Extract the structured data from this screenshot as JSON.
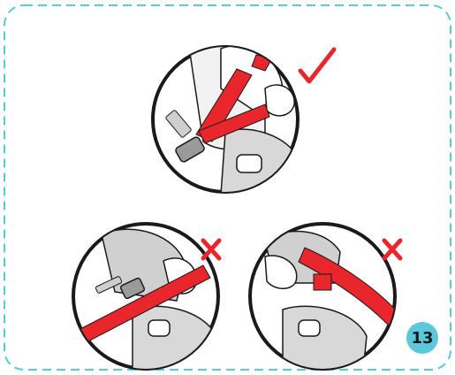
{
  "page": {
    "number": "13",
    "badge_color": "#5bc8dc",
    "frame_color": "#5bc8dc",
    "strap_color": "#e8262b",
    "outline_color": "#1a1a1a"
  },
  "panels": [
    {
      "status": "correct",
      "icon": "checkmark-icon"
    },
    {
      "status": "incorrect",
      "icon": "cross-icon"
    },
    {
      "status": "incorrect",
      "icon": "cross-icon"
    }
  ]
}
